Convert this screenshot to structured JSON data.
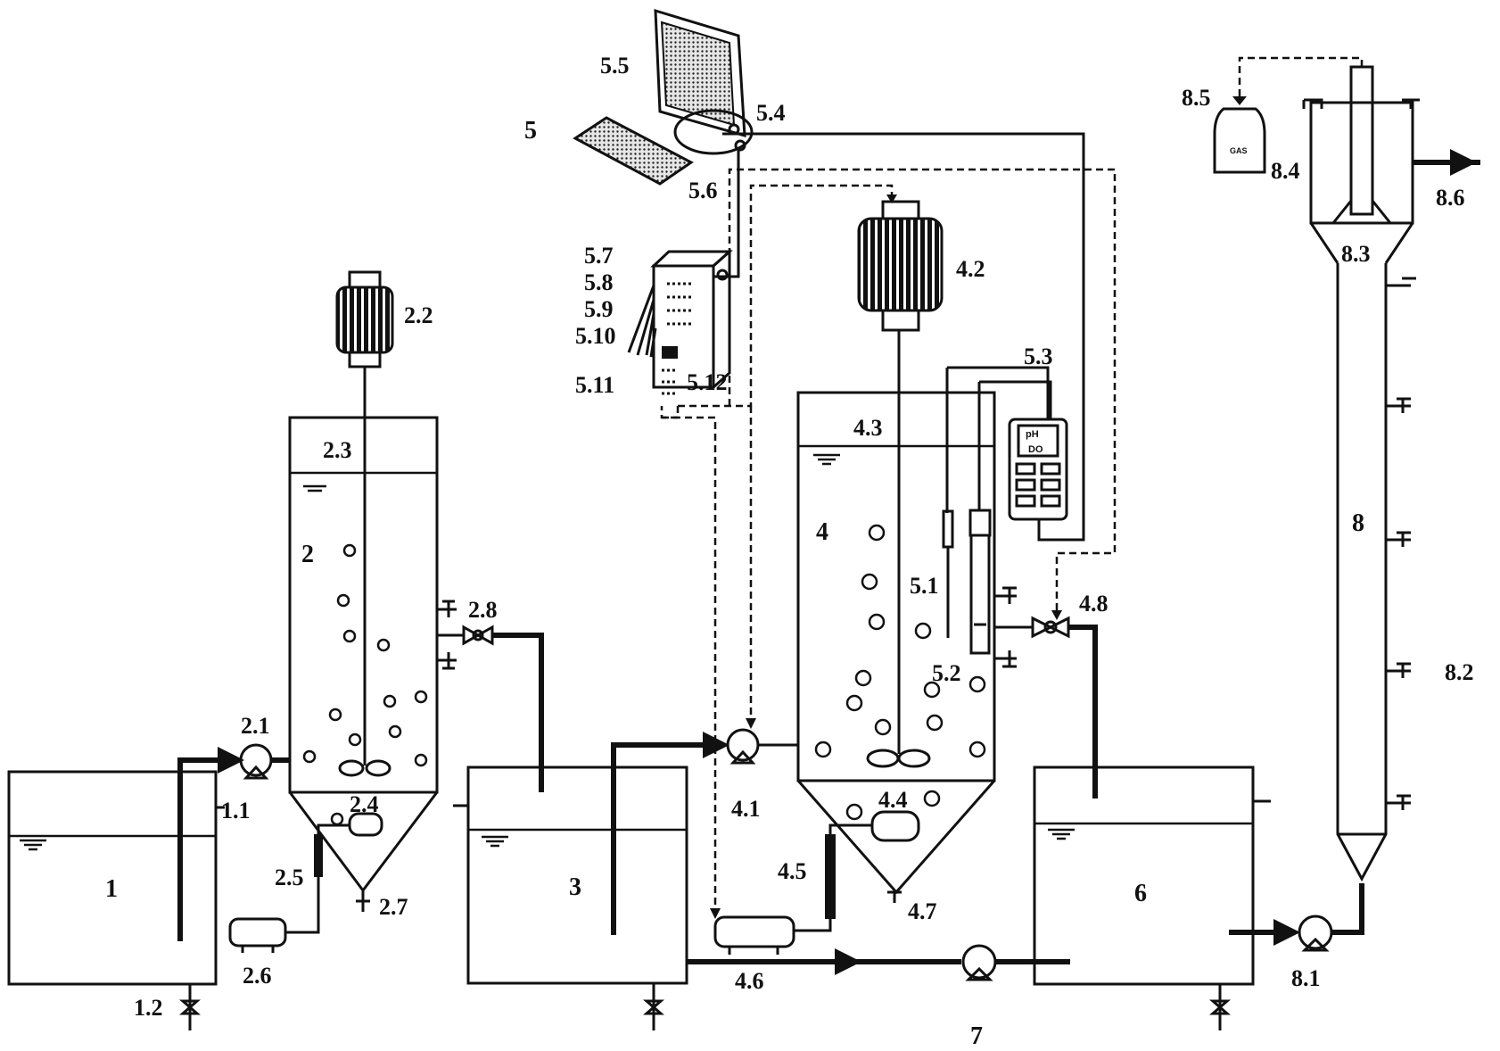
{
  "labels": {
    "tank1": "1",
    "inlet_1_1": "1.1",
    "drain_1_2": "1.2",
    "reactor2": "2",
    "pump_2_1": "2.1",
    "motor_2_2": "2.2",
    "level_2_3": "2.3",
    "aerator_2_4": "2.4",
    "flowmeter_2_5": "2.5",
    "blower_2_6": "2.6",
    "drain_2_7": "2.7",
    "valve_2_8": "2.8",
    "tank3": "3",
    "reactor4": "4",
    "pump_4_1": "4.1",
    "motor_4_2": "4.2",
    "level_4_3": "4.3",
    "aerator_4_4": "4.4",
    "flowmeter_4_5": "4.5",
    "blower_4_6": "4.6",
    "drain_4_7": "4.7",
    "valve_4_8": "4.8",
    "control5": "5",
    "probe_5_1": "5.1",
    "probe_5_2": "5.2",
    "meter_5_3": "5.3",
    "pc_5_4": "5.4",
    "monitor_5_5": "5.5",
    "cable_5_6": "5.6",
    "ctrl_5_7": "5.7",
    "ctrl_5_8": "5.8",
    "ctrl_5_9": "5.9",
    "ctrl_5_10": "5.10",
    "ctrl_5_11": "5.11",
    "ctrl_5_12": "5.12",
    "tank6": "6",
    "pump7": "7",
    "column8": "8",
    "pump_8_1": "8.1",
    "port_8_2": "8.2",
    "separator_8_3": "8.3",
    "outlet_8_4": "8.4",
    "gasbag_8_5": "8.5",
    "effluent_8_6": "8.6",
    "gas_text": "GAS",
    "meter_ph": "pH",
    "meter_do": "DO"
  }
}
